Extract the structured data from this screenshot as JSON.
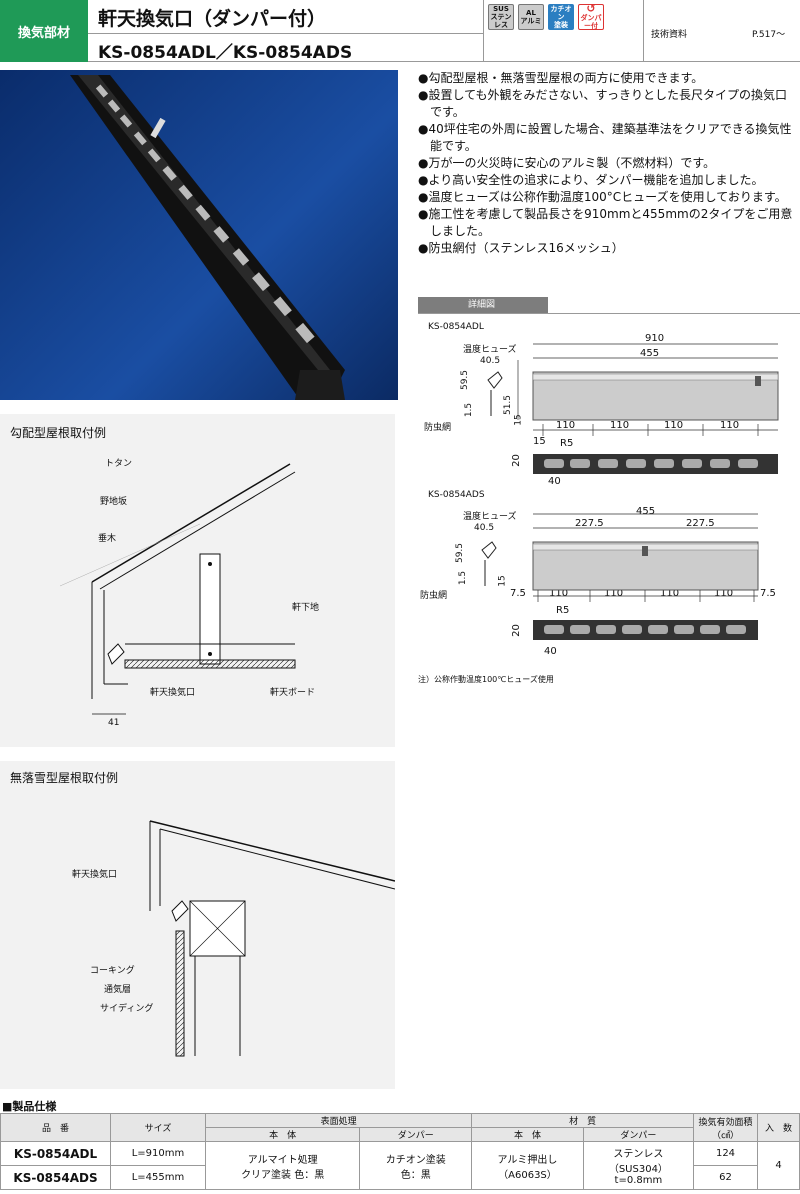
{
  "header": {
    "category": "換気部材",
    "title": "軒天換気口（ダンパー付）",
    "models": "KS-0854ADL／KS-0854ADS",
    "badges": [
      {
        "top": "SUS",
        "bottom": "ステンレス"
      },
      {
        "top": "AL",
        "bottom": "アルミ"
      },
      {
        "top": "カチオン",
        "bottom": "塗装"
      },
      {
        "top": "",
        "bottom": "ダンパー付"
      }
    ],
    "tech_label": "技術資料",
    "page_ref": "P.517〜"
  },
  "features": [
    "勾配型屋根・無落雪型屋根の両方に使用できます。",
    "設置しても外観をみださない、すっきりとした長尺タイプの換気口です。",
    "40坪住宅の外周に設置した場合、建築基準法をクリアできる換気性能です。",
    "万が一の火災時に安心のアルミ製（不燃材料）です。",
    "より高い安全性の追求により、ダンパー機能を追加しました。",
    "温度ヒューズは公称作動温度100°Cヒューズを使用しております。",
    "施工性を考慮して製品長さを910mmと455mmの2タイプをご用意しました。",
    "防虫網付（ステンレス16メッシュ）"
  ],
  "detail": {
    "label": "詳細図",
    "adl": {
      "name": "KS-0854ADL",
      "fuse": "温度ヒューズ",
      "net": "防虫網",
      "d405": "40.5",
      "d595": "59.5",
      "d15a": "1.5",
      "d515": "51.5",
      "d15b": "15",
      "total": "910",
      "half": "455",
      "spacing": [
        "110",
        "110",
        "110",
        "110"
      ],
      "edge": "15",
      "r": "R5",
      "h20": "20",
      "w40": "40"
    },
    "ads": {
      "name": "KS-0854ADS",
      "fuse": "温度ヒューズ",
      "net": "防虫網",
      "d405": "40.5",
      "d595": "59.5",
      "d15a": "1.5",
      "d15b": "15",
      "total": "455",
      "half1": "227.5",
      "half2": "227.5",
      "spacing": [
        "110",
        "110",
        "110",
        "110"
      ],
      "edgeL": "7.5",
      "edgeR": "7.5",
      "r": "R5",
      "h20": "20",
      "w40": "40"
    },
    "note": "注）公称作動温度100℃ヒューズ使用"
  },
  "install1": {
    "title": "勾配型屋根取付例",
    "labels": {
      "totan": "トタン",
      "noji": "野地坂",
      "taruki": "垂木",
      "nokishita": "軒下地",
      "vent": "軒天換気口",
      "board": "軒天ボード",
      "dim": "41"
    }
  },
  "install2": {
    "title": "無落雪型屋根取付例",
    "labels": {
      "vent": "軒天換気口",
      "caulk": "コーキング",
      "layer": "通気層",
      "siding": "サイディング"
    }
  },
  "spec": {
    "title": "■製品仕様",
    "headers": {
      "model": "品　番",
      "size": "サイズ",
      "surface": "表面処理",
      "body": "本　体",
      "damper": "ダンパー",
      "material": "材　質",
      "mbody": "本　体",
      "mdamper": "ダンパー",
      "area": "換気有効面積（㎠）",
      "qty": "入　数"
    },
    "surface_body": [
      "アルマイト処理",
      "クリア塗装 色：黒"
    ],
    "surface_damper": [
      "カチオン塗装",
      "色：黒"
    ],
    "mat_body": [
      "アルミ押出し",
      "（A6063S）"
    ],
    "mat_damper": [
      "ステンレス",
      "（SUS304）",
      "t=0.8mm"
    ],
    "qty": "4",
    "rows": [
      {
        "model": "KS-0854ADL",
        "size": "L=910mm",
        "area": "124"
      },
      {
        "model": "KS-0854ADS",
        "size": "L=455mm",
        "area": "62"
      }
    ]
  }
}
